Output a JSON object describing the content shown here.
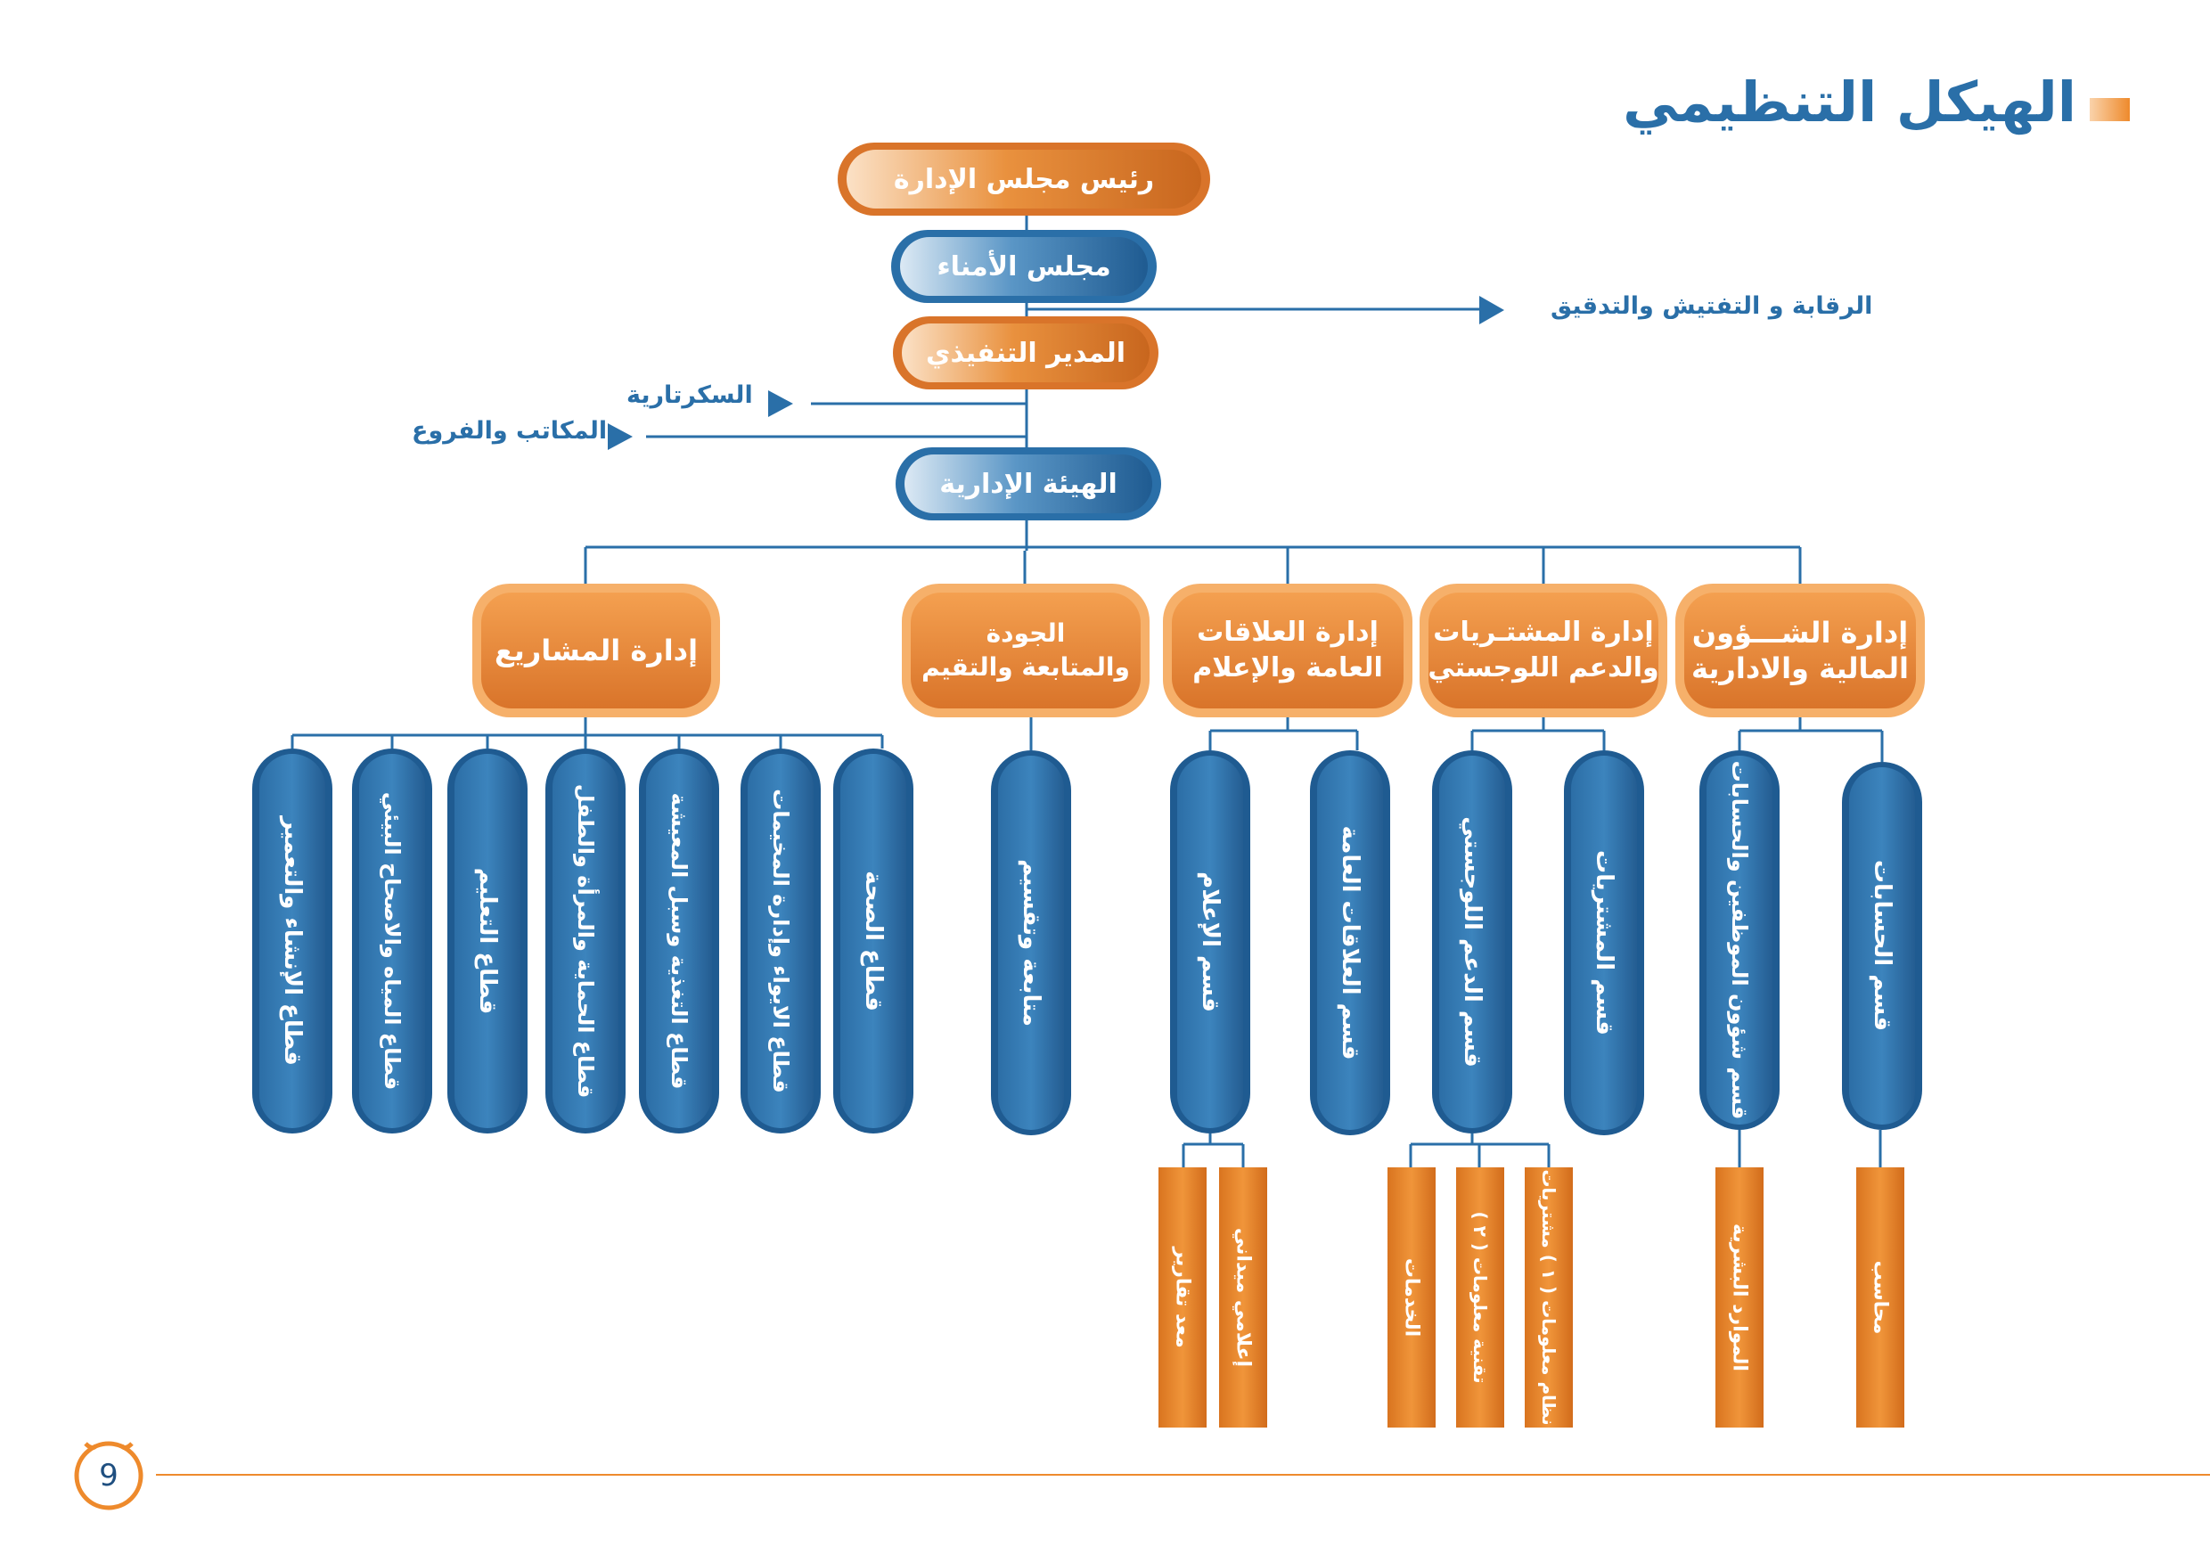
{
  "page": {
    "title": "الهيكل التنظيمي",
    "page_number": "9",
    "colors": {
      "blue": "#2a6fa8",
      "orange": "#ee8a2c",
      "line": "#2a6fa8"
    }
  },
  "top": {
    "chairman": "رئيس مجلس الإدارة",
    "trustees": "مجلس الأمناء",
    "executive": "المدير التنفيذي",
    "board": "الهيئة الإدارية"
  },
  "side": {
    "audit": "الرقابة و التفتيش والتدقيق",
    "secretariat": "السكرتارية",
    "offices": "المكاتب والفروع"
  },
  "departments": {
    "finance": [
      "إدارة الشـــؤون",
      "المالية والادارية"
    ],
    "procurement": [
      "إدارة المشتـريات",
      "والدعم اللوجستي"
    ],
    "relations": [
      "إدارة العلاقات",
      "العامة والإعلام"
    ],
    "quality": [
      "الجودة",
      "والمتابعة والتقيم"
    ],
    "projects": "إدارة المشاريع"
  },
  "sections": {
    "accounts": "قسم الحسابات",
    "staff_affairs": "قسم شؤون الموظفين والحسابات",
    "purchasing": "قسم المشتريات",
    "logistics": "قسم الدعم اللوجستي",
    "public_relations": "قسم العلاقات العامة",
    "media": "قسم الإعلام",
    "monitoring": "متابعة وتقسيم",
    "health": "قطاع الصحة",
    "shelter": "قطاع الايواء وإدارة المخيمات",
    "nutrition": "قطاع التغذية وسبل المعيشة",
    "protection": "قطاع الحماية والمرأة والطفل",
    "education": "قطاع التعليم",
    "water": "قطاع المياه والاصحاح البيئي",
    "construction": "قطاع الإنشاء والتعمير"
  },
  "units": {
    "accountant": "محاسب",
    "hr": "الموارد البشرية",
    "it_procurement": "نظام معلومات ( ١ ) مشتريات",
    "it_tech": "تقنية معلومات ( ٢ )",
    "services": "الخدمات",
    "field_media": "إعلامي ميداني",
    "reports": "معد تقارير"
  }
}
